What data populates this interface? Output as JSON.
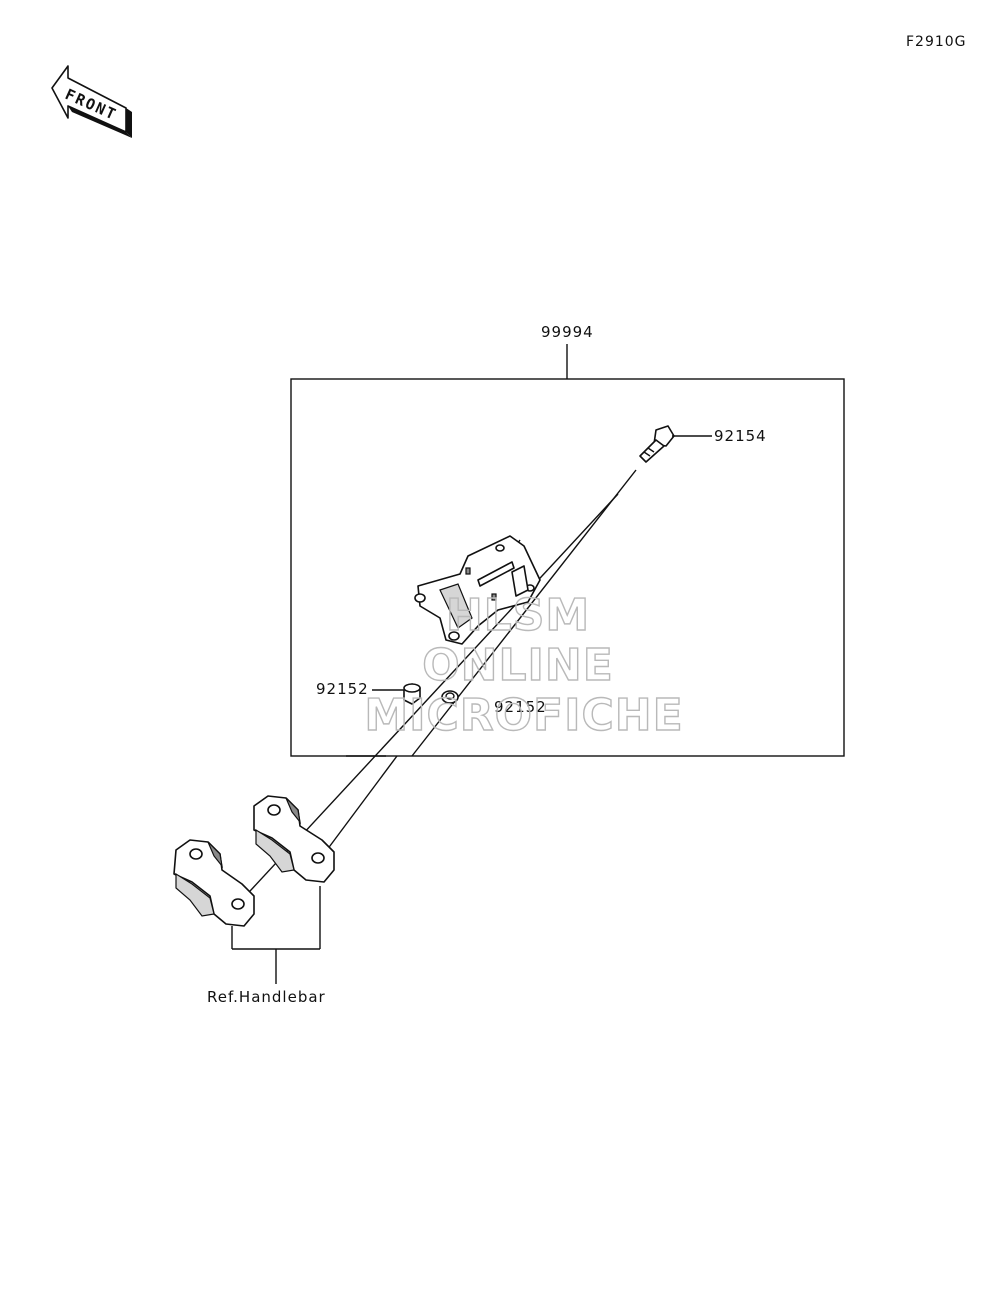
{
  "figure_code": "F2910G",
  "front_arrow": {
    "label": "FRONT",
    "icon": "front-arrow-icon"
  },
  "parts": {
    "kit": "99994",
    "bolt": "92154",
    "collar_left": "92152",
    "collar_right": "92152"
  },
  "reference": "Ref.Handlebar",
  "watermark": {
    "line1": "HLSM",
    "line2": "ONLINE",
    "line3": "MICROFICHE"
  }
}
